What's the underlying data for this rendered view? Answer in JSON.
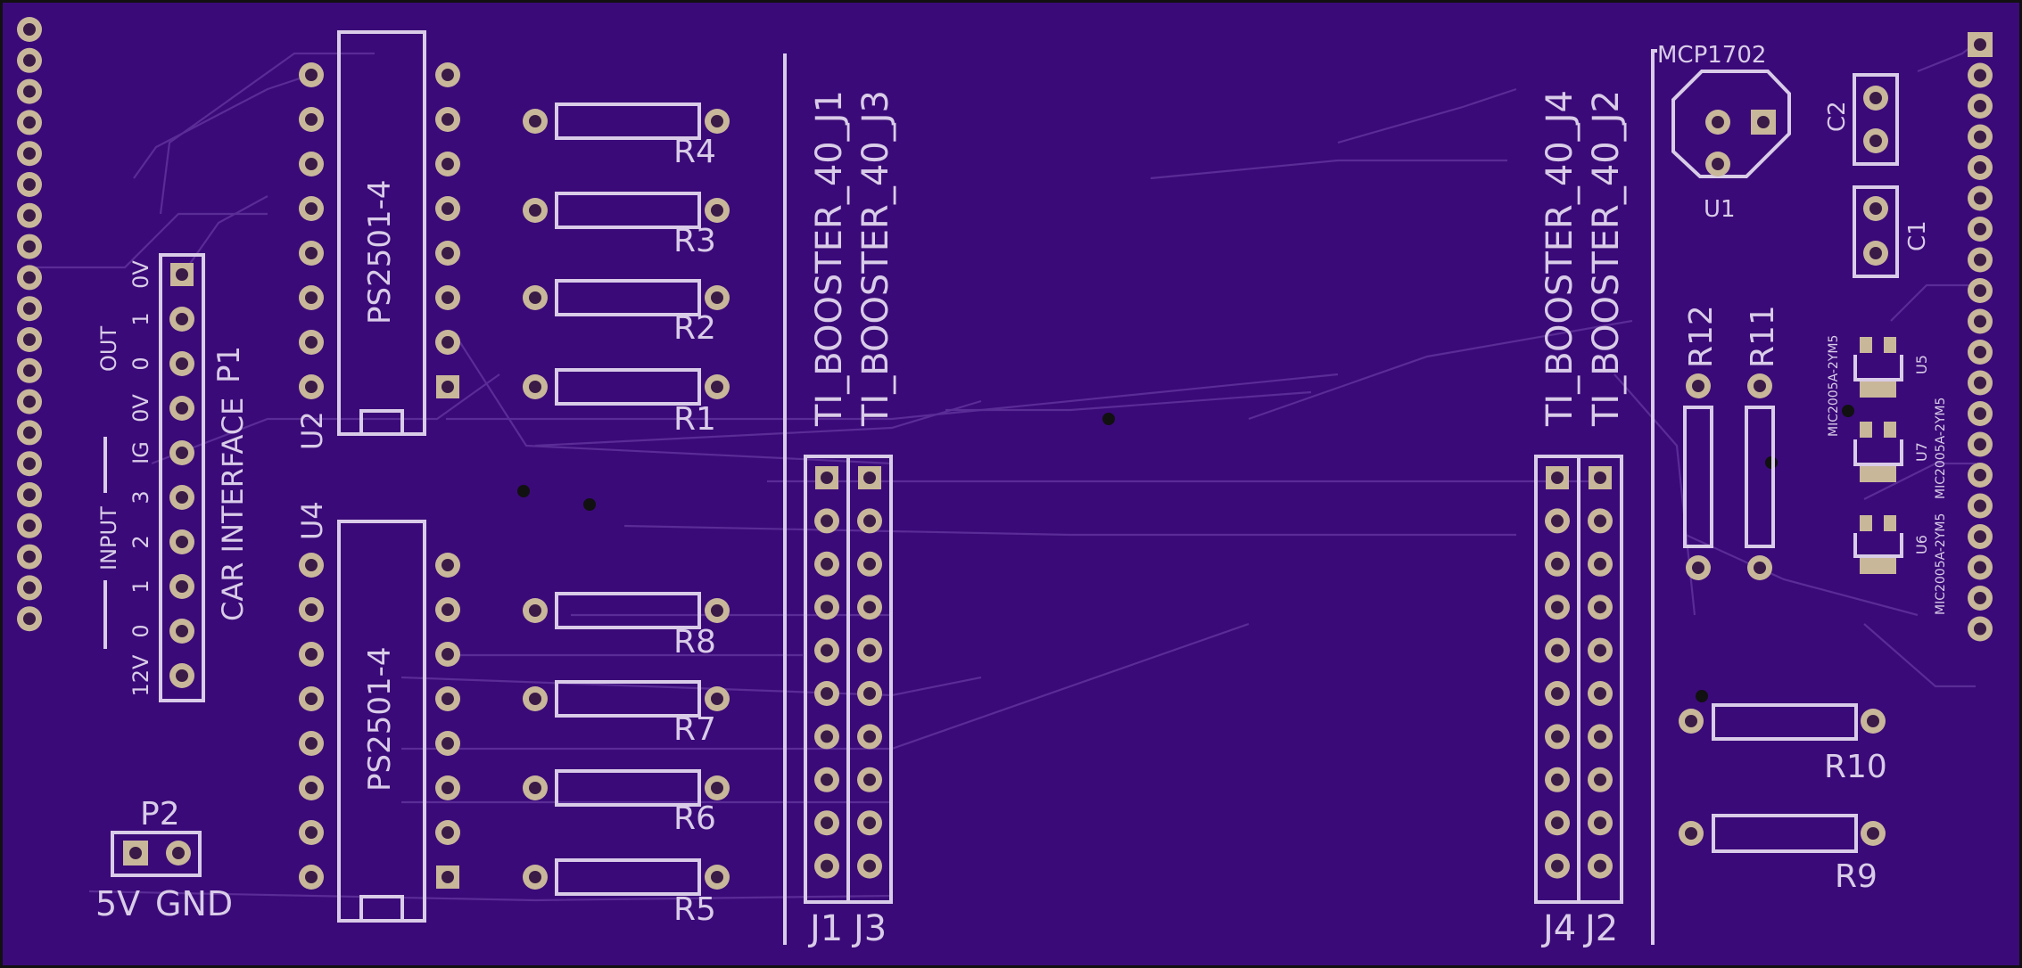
{
  "colors": {
    "board": "#3a0a78",
    "silkscreen": "#d9cce8",
    "pad": "#c9b79a",
    "trace": "#5a2c96"
  },
  "components": {
    "u2": "PS2501-4",
    "u4": "PS2501-4",
    "u2_ref": "U2",
    "u4_ref": "U4",
    "p1_ref": "P1",
    "p1_title": "CAR INTERFACE",
    "p1_pins": [
      "0V",
      "1",
      "0",
      "0V",
      "IG",
      "3",
      "2",
      "1",
      "0",
      "12V"
    ],
    "p1_out": "OUT",
    "p1_input": "INPUT",
    "p2_ref": "P2",
    "p2_5v": "5V",
    "p2_gnd": "GND",
    "r1": "R1",
    "r2": "R2",
    "r3": "R3",
    "r4": "R4",
    "r5": "R5",
    "r6": "R6",
    "r7": "R7",
    "r8": "R8",
    "r9": "R9",
    "r10": "R10",
    "r11": "R11",
    "r12": "R12",
    "j1": "J1",
    "j2": "J2",
    "j3": "J3",
    "j4": "J4",
    "j1_val": "TI_BOOSTER_40_J1",
    "j3_val": "TI_BOOSTER_40_J3",
    "j4_val": "TI_BOOSTER_40_J4",
    "j2_val": "TI_BOOSTER_40_J2",
    "mcp": "MCP1702",
    "u1": "U1",
    "c1": "C1",
    "c2": "C2",
    "u5": "U5",
    "u6": "U6",
    "u7": "U7",
    "mic_a": "MIC2005A-2YM5",
    "mic_b": "MIC2005A-2YM5",
    "mic_c": "MIC2005A-2YM5"
  }
}
